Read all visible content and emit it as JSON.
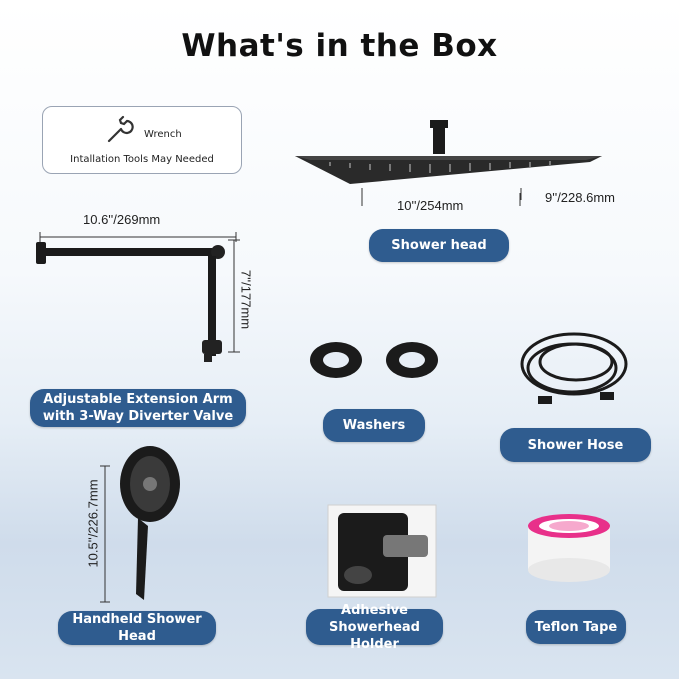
{
  "title": "What's in the Box",
  "tools_box": {
    "icon": "wrench-icon",
    "wrench_label": "Wrench",
    "note": "Intallation Tools May Needed"
  },
  "shower_head": {
    "label": "Shower head",
    "width_dim": "10''/254mm",
    "depth_dim": "9''/228.6mm"
  },
  "extension_arm": {
    "label_line1": "Adjustable Extension Arm",
    "label_line2": "with 3-Way Diverter Valve",
    "length_dim": "10.6''/269mm",
    "height_dim": "7''/177mm"
  },
  "washers": {
    "label": "Washers"
  },
  "shower_hose": {
    "label": "Shower Hose"
  },
  "handheld": {
    "label": "Handheld Shower Head",
    "length_dim": "10.5''/226.7mm"
  },
  "holder": {
    "label_line1": "Adhesive",
    "label_line2": "Showerhead Holder"
  },
  "teflon": {
    "label": "Teflon Tape"
  },
  "colors": {
    "pill": "#2f5c8f",
    "tape": "#e8308a",
    "product": "#1b1b1b"
  }
}
